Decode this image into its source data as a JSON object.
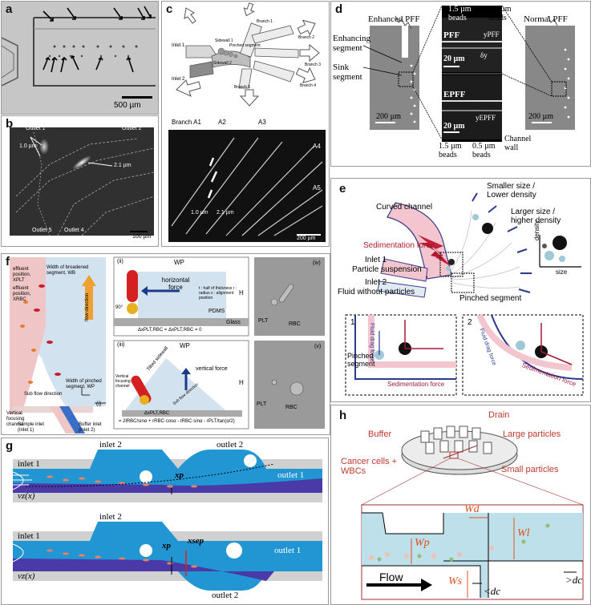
{
  "a": {
    "label": "a",
    "scale": "500 µm"
  },
  "b": {
    "label": "b",
    "outlet1": "Outlet 1",
    "outlet2": "Outlet 2",
    "outlet4": "Outlet 4",
    "outlet5": "Outlet 5",
    "d1": "1.0 µm",
    "d2": "2.1 µm",
    "scale": "100 µm"
  },
  "c": {
    "label": "c",
    "inlet1": "Inlet 1",
    "inlet2": "Inlet 2",
    "sidewall1": "Sidewall 1",
    "sidewall2": "Sidewall 2",
    "pinched": "Pinched segment",
    "branch1": "Branch 1",
    "branch2": "Branch 2",
    "branch3": "Branch 3",
    "branch4": "Branch 4",
    "branch5": "Branch 5",
    "a1": "Branch A1",
    "a2": "A2",
    "a3": "A3",
    "a4": "A4",
    "a5": "A5",
    "d1": "1.0 µm",
    "d2": "2.1 µm",
    "scale": "200 µm"
  },
  "d": {
    "label": "d",
    "enhanced": "Enhanced PFF",
    "normal": "Normal PFF",
    "enhancing": "Enhancing segment",
    "sink": "Sink segment",
    "beads15": "1.5 µm beads",
    "beads05": "0.5 µm beads",
    "pff": "PFF",
    "epff": "EPFF",
    "ypff": "yPFF",
    "yepff": "yEPFF",
    "dy": "δy",
    "scale20": "20 µm",
    "scale200": "200 µm",
    "channel_wall": "Channel wall"
  },
  "e": {
    "label": "e",
    "smaller": "Smaller size / Lower density",
    "larger": "Larger size / higher density",
    "curved": "Curved channel",
    "sedimentation": "Sedimentation force",
    "inlet1": "Inlet 1",
    "particle_susp": "Particle suspension",
    "inlet2": "Inlet 2",
    "fluid": "Fluid without particles",
    "pinched": "Pinched segment",
    "density": "density",
    "size": "size",
    "inset1": "1",
    "inset2": "2",
    "drag": "Fluid drag force",
    "sed_force": "Sedimentation force",
    "pinched_seg": "Pinched segment"
  },
  "f": {
    "label": "f",
    "broadened": "Width of broadened segment, WB",
    "effluent_x": "effluent position, XPLT",
    "effluent_r": "effluent position, XRBC",
    "flow_dir": "flow direction",
    "pinched_w": "Width of pinched segment, WP",
    "sub_flow": "Sub flow direction",
    "vertical": "Vertical focusing channel",
    "sample": "Sample inlet (Inlet 1)",
    "buffer": "Buffer inlet (Inlet 2)",
    "i": "(i)",
    "ii": "(ii)",
    "iii": "(iii)",
    "iv": "(iv)",
    "v": "(v)",
    "wp": "WP",
    "h": "H",
    "horiz": "horizontal force",
    "legend": "t : half of thickness  r : radius  x : alignment position",
    "pdms": "PDMS",
    "glass": "Glass",
    "delta0": "ΔxPLT,RBC = ΔxPLT,RBC = 0",
    "delta": "ΔxPLT,RBC",
    "vert": "vertical force",
    "tilted": "Tilted sidewall",
    "vfc": "Vertical focusing channel",
    "subflow": "Sub flow direction",
    "eq": "= 2lRBC/sinα + rRBC·cosα - tRBC·sinα - rPLT/tan(α/2)",
    "plt": "PLT",
    "rbc": "RBC",
    "angle": "90°"
  },
  "g": {
    "label": "g",
    "inlet1": "inlet 1",
    "inlet2": "inlet 2",
    "outlet1": "outlet 1",
    "outlet2": "outlet 2",
    "vz": "vz(x)",
    "xp": "xp",
    "xsep": "xsep"
  },
  "h": {
    "label": "h",
    "drain": "Drain",
    "buffer": "Buffer",
    "large": "Large particles",
    "cancer": "Cancer cells + WBCs",
    "small": "Small particles",
    "wd": "Wd",
    "wp": "Wp",
    "wl": "Wl",
    "ws": "Ws",
    "flow": "Flow",
    "gtdc": ">dc",
    "ltdc": "<dc"
  }
}
